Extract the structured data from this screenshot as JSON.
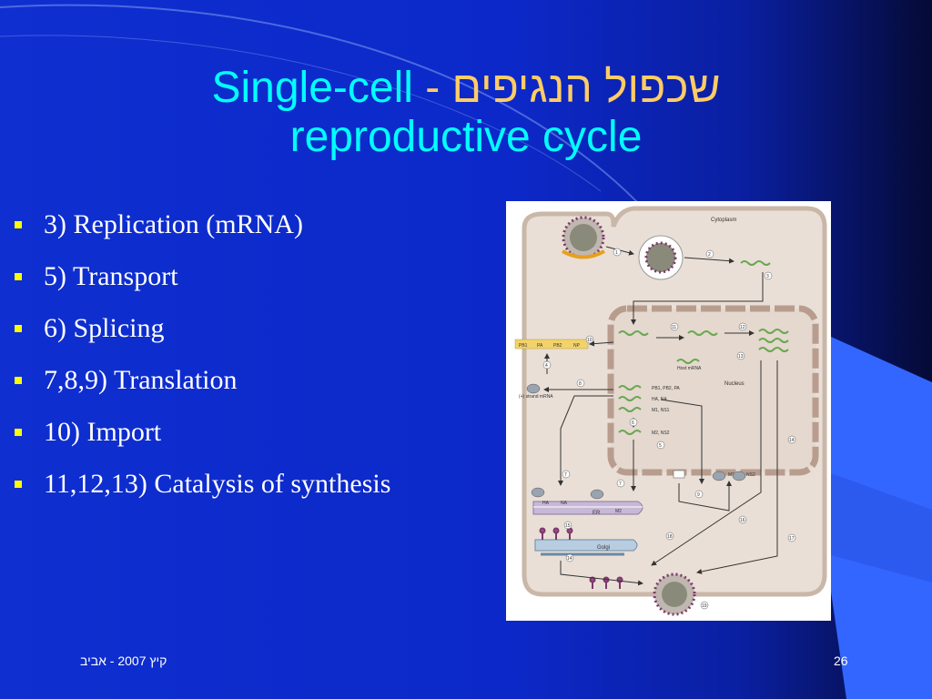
{
  "slide": {
    "title_en": "Single-cell",
    "title_sep": " - ",
    "title_he": "שכפול הנגיפים",
    "title_line2": "reproductive cycle",
    "bullets": [
      "3) Replication (mRNA)",
      "5) Transport",
      "6) Splicing",
      "7,8,9) Translation",
      "10) Import",
      "11,12,13) Catalysis of synthesis"
    ],
    "footer_left": "קיץ 2007 - אביב",
    "page_number": "26"
  },
  "figure": {
    "labels": {
      "cytoplasm": "Cytoplasm",
      "nucleus": "Nucleus",
      "host_mrna": "Host mRNA",
      "plus_strand": "(+) strand mRNA",
      "er": "ER",
      "golgi": "Golgi",
      "pb_row": [
        "PB1",
        "PA",
        "PB2",
        "NP"
      ],
      "seg1": "PB1, PB2, PA",
      "seg2": "HA, NA",
      "seg3": "M1, NS1",
      "seg4": "M2, NS2",
      "ha": "HA",
      "na": "NA",
      "m2": "M2",
      "m1": "M1",
      "ns2": "NS2"
    },
    "steps": [
      "1",
      "2",
      "3",
      "4",
      "5",
      "6",
      "7",
      "7",
      "8",
      "9",
      "10",
      "11",
      "12",
      "13",
      "14",
      "14",
      "15",
      "16",
      "17",
      "18",
      "19"
    ]
  },
  "colors": {
    "title": "#00ffff",
    "title_hebrew": "#ffcc66",
    "bullet_marker": "#ffff00",
    "text": "#ffffff",
    "accent_blue": "#3366ff"
  }
}
